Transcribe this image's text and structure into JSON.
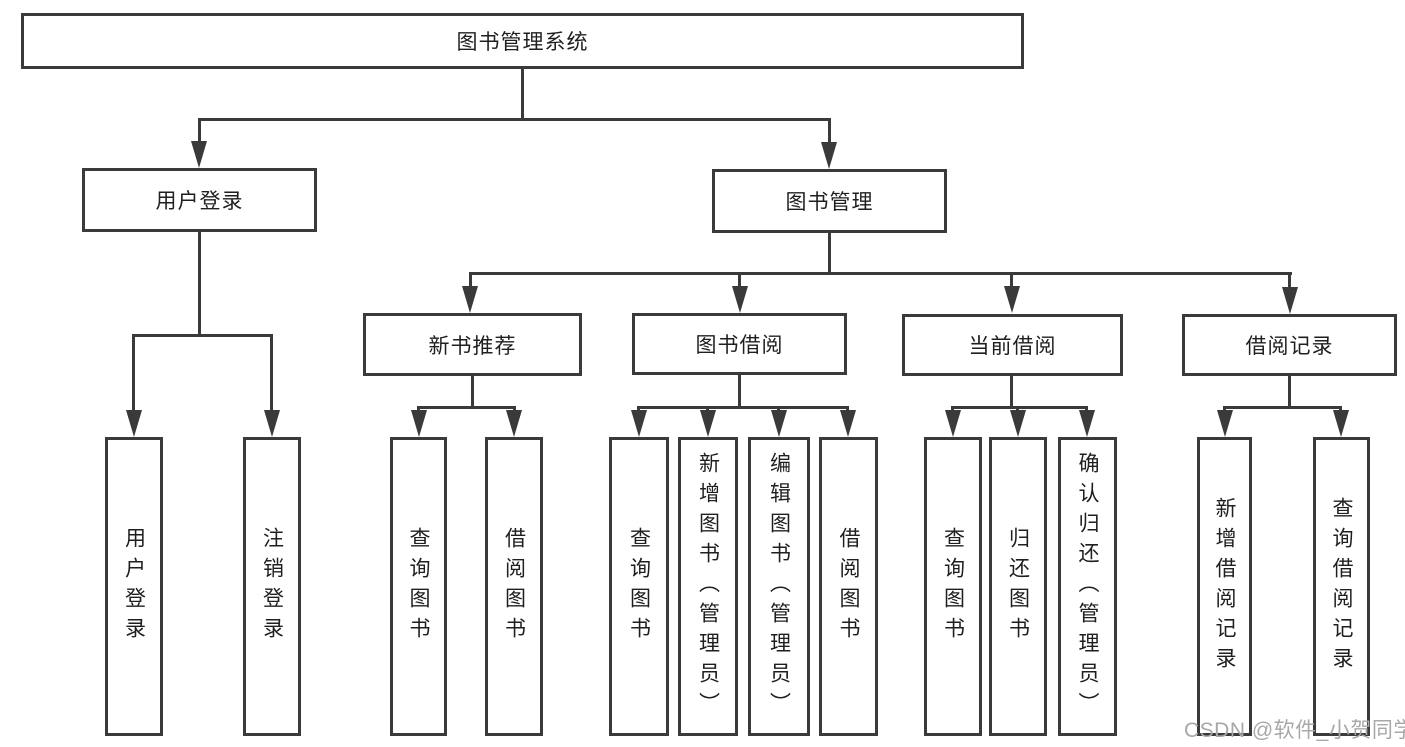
{
  "diagram_title": "图书管理系统",
  "tree": {
    "label": "图书管理系统",
    "children": [
      {
        "label": "用户登录",
        "children": [
          {
            "label": "用户登录"
          },
          {
            "label": "注销登录"
          }
        ]
      },
      {
        "label": "图书管理",
        "children": [
          {
            "label": "新书推荐",
            "children": [
              {
                "label": "查询图书"
              },
              {
                "label": "借阅图书"
              }
            ]
          },
          {
            "label": "图书借阅",
            "children": [
              {
                "label": "查询图书"
              },
              {
                "label": "新增图书（管理员）"
              },
              {
                "label": "编辑图书（管理员）"
              },
              {
                "label": "借阅图书"
              }
            ]
          },
          {
            "label": "当前借阅",
            "children": [
              {
                "label": "查询图书"
              },
              {
                "label": "归还图书"
              },
              {
                "label": "确认归还（管理员）"
              }
            ]
          },
          {
            "label": "借阅记录",
            "children": [
              {
                "label": "新增借阅记录"
              },
              {
                "label": "查询借阅记录"
              }
            ]
          }
        ]
      }
    ]
  },
  "watermark": "CSDN @软件_小贺同学",
  "colors": {
    "line": "#3a3a3a",
    "text": "#1f1f1f",
    "background": "#ffffff",
    "watermark": "#a8a8a8"
  }
}
